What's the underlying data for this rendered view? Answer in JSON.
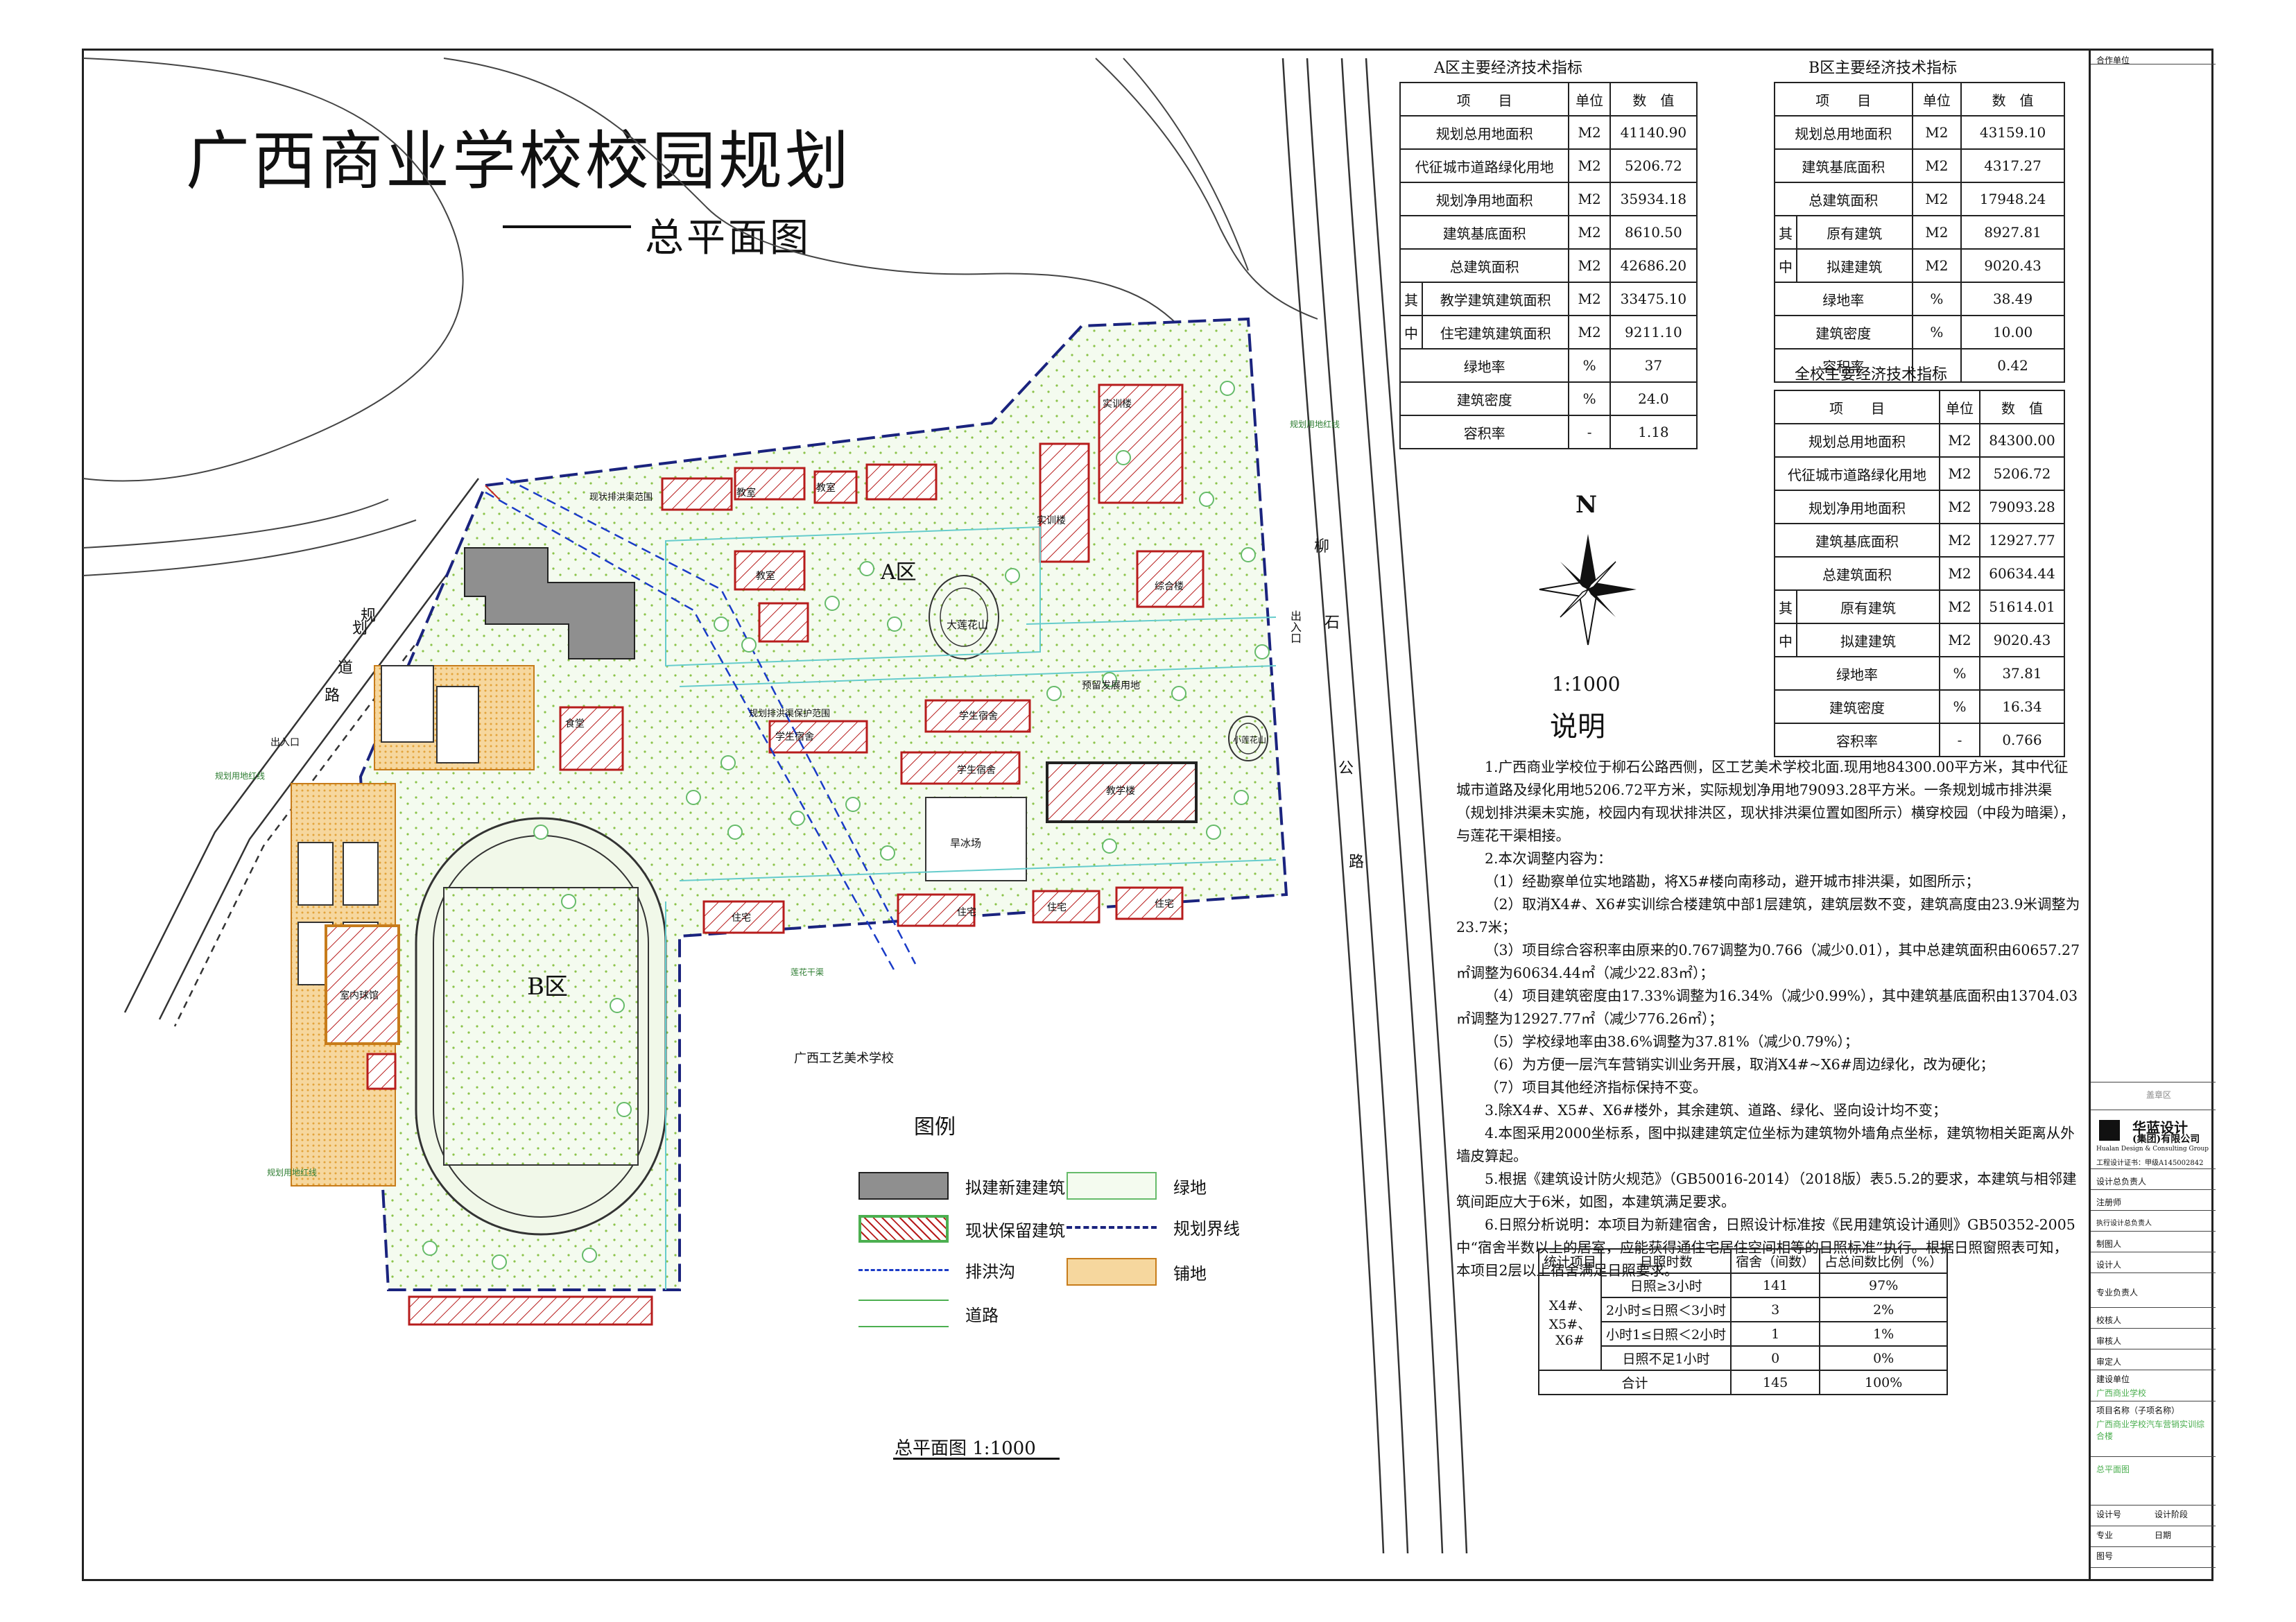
{
  "title": "广西商业学校校园规划",
  "subtitle": "总平面图",
  "north_label": "N",
  "north_scale": "1:1000",
  "legend_heading": "说明",
  "table_a": {
    "caption": "A区主要经济技术指标",
    "header": [
      "项　　目",
      "单位",
      "数　值"
    ],
    "rows": [
      [
        "规划总用地面积",
        "M2",
        "41140.90"
      ],
      [
        "代征城市道路绿化用地",
        "M2",
        "5206.72"
      ],
      [
        "规划净用地面积",
        "M2",
        "35934.18"
      ],
      [
        "建筑基底面积",
        "M2",
        "8610.50"
      ],
      [
        "总建筑面积",
        "M2",
        "42686.20"
      ],
      [
        "教学建筑建筑面积",
        "M2",
        "33475.10"
      ],
      [
        "住宅建筑建筑面积",
        "M2",
        "9211.10"
      ],
      [
        "绿地率",
        "%",
        "37"
      ],
      [
        "建筑密度",
        "%",
        "24.0"
      ],
      [
        "容积率",
        "-",
        "1.18"
      ]
    ],
    "group_label_top": "其",
    "group_label_bottom": "中"
  },
  "table_b": {
    "caption": "B区主要经济技术指标",
    "header": [
      "项　　目",
      "单位",
      "数　值"
    ],
    "rows": [
      [
        "规划总用地面积",
        "M2",
        "43159.10"
      ],
      [
        "建筑基底面积",
        "M2",
        "4317.27"
      ],
      [
        "总建筑面积",
        "M2",
        "17948.24"
      ],
      [
        "原有建筑",
        "M2",
        "8927.81"
      ],
      [
        "拟建建筑",
        "M2",
        "9020.43"
      ],
      [
        "绿地率",
        "%",
        "38.49"
      ],
      [
        "建筑密度",
        "%",
        "10.00"
      ],
      [
        "容积率",
        "-",
        "0.42"
      ]
    ],
    "group_label_top": "其",
    "group_label_bottom": "中"
  },
  "table_all": {
    "caption": "全校主要经济技术指标",
    "header": [
      "项　　目",
      "单位",
      "数　值"
    ],
    "rows": [
      [
        "规划总用地面积",
        "M2",
        "84300.00"
      ],
      [
        "代征城市道路绿化用地",
        "M2",
        "5206.72"
      ],
      [
        "规划净用地面积",
        "M2",
        "79093.28"
      ],
      [
        "建筑基底面积",
        "M2",
        "12927.77"
      ],
      [
        "总建筑面积",
        "M2",
        "60634.44"
      ],
      [
        "原有建筑",
        "M2",
        "51614.01"
      ],
      [
        "拟建建筑",
        "M2",
        "9020.43"
      ],
      [
        "绿地率",
        "%",
        "37.81"
      ],
      [
        "建筑密度",
        "%",
        "16.34"
      ],
      [
        "容积率",
        "-",
        "0.766"
      ]
    ],
    "group_label_top": "其",
    "group_label_bottom": "中"
  },
  "notes": [
    "1.广西商业学校位于柳石公路西侧，区工艺美术学校北面.现用地84300.00平方米，其中代征城市道路及绿化用地5206.72平方米，实际规划净用地79093.28平方米。一条规划城市排洪渠（规划排洪渠未实施，校园内有现状排洪区，现状排洪渠位置如图所示）横穿校园（中段为暗渠），与莲花干渠相接。",
    "2.本次调整内容为：",
    "（1）经勘察单位实地踏勘，将X5#楼向南移动，避开城市排洪渠，如图所示；",
    "（2）取消X4#、X6#实训综合楼建筑中部1层建筑，建筑层数不变，建筑高度由23.9米调整为23.7米；",
    "（3）项目综合容积率由原来的0.767调整为0.766（减少0.01），其中总建筑面积由60657.27㎡调整为60634.44㎡（减少22.83㎡）；",
    "（4）项目建筑密度由17.33%调整为16.34%（减少0.99%），其中建筑基底面积由13704.03㎡调整为12927.77㎡（减少776.26㎡）；",
    "（5）学校绿地率由38.6%调整为37.81%（减少0.79%）；",
    "（6）为方便一层汽车营销实训业务开展，取消X4#~X6#周边绿化，改为硬化；",
    "（7）项目其他经济指标保持不变。",
    "3.除X4#、X5#、X6#楼外，其余建筑、道路、绿化、竖向设计均不变；",
    "4.本图采用2000坐标系，图中拟建建筑定位坐标为建筑物外墙角点坐标，建筑物相关距离从外墙皮算起。",
    "5.根据《建筑设计防火规范》（GB50016-2014）（2018版）表5.5.2的要求，本建筑与相邻建筑间距应大于6米，如图，本建筑满足要求。",
    "6.日照分析说明：本项目为新建宿舍，日照设计标准按《民用建筑设计通则》GB50352-2005中“宿舍半数以上的居室，应能获得通住宅居住空间相等的日照标准”执行。根据日照窗照表可知，本项目2层以上宿舍满足日照要求。"
  ],
  "sun_table": {
    "header": [
      "统计项目",
      "日照时数",
      "宿舍（间数）",
      "占总间数比例（%）"
    ],
    "group": "X4#、X5#、X6#",
    "rows": [
      [
        "日照≥3小时",
        "141",
        "97%"
      ],
      [
        "2小时≤日照＜3小时",
        "3",
        "2%"
      ],
      [
        "小时1≤日照＜2小时",
        "1",
        "1%"
      ],
      [
        "日照不足1小时",
        "0",
        "0%"
      ]
    ],
    "total": [
      "合计",
      "145",
      "100%"
    ]
  },
  "legend": {
    "title": "图例",
    "items": [
      {
        "label": "拟建新建建筑",
        "kind": "gray"
      },
      {
        "label": "绿地",
        "kind": "green"
      },
      {
        "label": "现状保留建筑",
        "kind": "hatch"
      },
      {
        "label": "规划界线",
        "kind": "boundary"
      },
      {
        "label": "排洪沟",
        "kind": "ditch"
      },
      {
        "label": "铺地",
        "kind": "paving"
      },
      {
        "label": "道路",
        "kind": "road"
      }
    ]
  },
  "plan_scale": "总平面图  1:1000",
  "plan_labels": {
    "zone_a": "A区",
    "zone_b": "B区",
    "neighbor": "广西工艺美术学校",
    "rockery": "大莲花山",
    "lotus": "小莲花山",
    "ice_rink": "旱冰场",
    "reserve": "预留发展用地",
    "indoor_ball": "室内球馆",
    "entrance": "出入口",
    "exit": "出入口",
    "road_name_1": "规",
    "road_name_2": "划",
    "road_name_3": "道",
    "road_name_4": "路",
    "liushi_1": "柳",
    "liushi_2": "石",
    "liushi_3": "公",
    "liushi_4": "路",
    "buildings": [
      "实训楼",
      "实训楼",
      "教室",
      "教室",
      "教室",
      "综合楼",
      "食堂",
      "学生宿舍",
      "学生宿舍",
      "学生宿舍",
      "教学楼",
      "住宅",
      "住宅",
      "住宅",
      "住宅"
    ],
    "notes_on_map": [
      "现状排洪渠范围",
      "规划排洪渠保护范围",
      "规划用地红线",
      "规划用地红线",
      "规划用地红线",
      "莲花干渠"
    ]
  },
  "title_block": {
    "coop": "合作单位",
    "company_cn": "华蓝设计",
    "company_group": "(集团)有限公司",
    "company_en": "Hualan Design & Consulting Group",
    "cert": "工程设计证书：甲级A145002842",
    "roles": [
      "设计总负责人",
      "注册师",
      "执行设计总负责人",
      "制图人",
      "设计人",
      "专业负责人",
      "校核人",
      "审核人",
      "审定人"
    ],
    "client_label": "建设单位",
    "client_value": "广西商业学校",
    "project_label": "项目名称（子项名称）",
    "project_value": "广西商业学校汽车营销实训综合楼",
    "drawing_label": "总平面图",
    "fields": [
      "设计号",
      "设计阶段",
      "专业",
      "日期",
      "图号"
    ],
    "stamp": "盖章区"
  }
}
